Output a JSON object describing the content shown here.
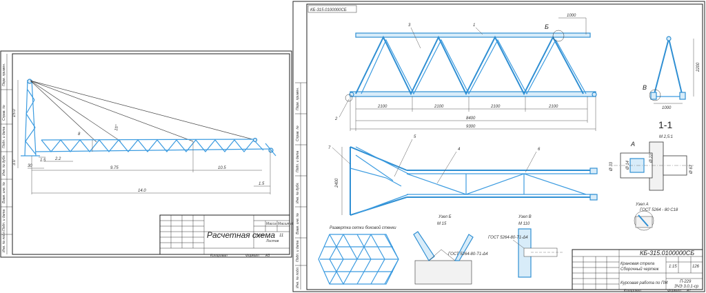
{
  "left_sheet": {
    "title_block": {
      "title": "Расчетная схема",
      "sheet_number": "11",
      "sheet_label": "Лист",
      "mass_label": "Масса",
      "scale_label": "Масштаб",
      "sheets_label": "Листов",
      "format_label": "Формат",
      "format_value": "А3",
      "copied_label": "Копировал"
    },
    "dimensions": {
      "mast_height": "15.0",
      "base": "3.0",
      "span_total": "14.0",
      "span_mid": "9.75",
      "span_right": "10.5",
      "offset_a": "2.2",
      "offset_b": "1.5",
      "cable_angle": "15°",
      "right_small": "1.5",
      "left_small": "30",
      "height_label": "8"
    },
    "side_strip": [
      "Перв. примен.",
      "Справ. №",
      "Подп. и дата",
      "Инв. № дубл.",
      "Взам. инв. №",
      "Подп. и дата",
      "Инв. № подл."
    ]
  },
  "right_sheet": {
    "drawing_code": "КБ-315.0100000СБ",
    "top_code_mirrored": "КБ-315.0100000СБ",
    "title_line1": "Крановая стрела",
    "title_line2": "Сборочный чертеж",
    "title_line3": "Курсовая работа по ПМ",
    "group": "П-229",
    "group2": "ЗЧЭ 3.0.1-ср",
    "mass": "126",
    "scale": "1:15",
    "format_label": "Формат",
    "format_value": "А1",
    "copied_label": "Копировал",
    "section_label": "1-1",
    "section_scale": "М 2,5:1",
    "view_b": "Б",
    "view_v": "В",
    "view_a": "А",
    "node_a_label": "Узел А",
    "node_b_label": "Узел Б",
    "node_v_label": "Узел В",
    "node_b_scale": "М 15",
    "node_v_scale": "М 110",
    "unfold_title": "Развертка сетки боковой стенки",
    "gost_label": "ГОСТ 5264 - 80 С18",
    "weld_note_1": "ГОСТ 5264-80-Т1-Δ4",
    "weld_note_2": "ГОСТ 5264-80-Т1-Δ4",
    "dims_top": {
      "panel1": "2100",
      "panel2": "2100",
      "panel3": "2100",
      "panel4": "2100",
      "total_inner": "8400",
      "total": "9300",
      "top_right": "1000",
      "side_height": "2200",
      "side_base": "1000"
    },
    "dims_front": {
      "height": "2400"
    },
    "dims_section": {
      "d1": "Ø 33",
      "d2": "Ø 67",
      "d3": "Ø 22",
      "d4": "Ø 14"
    },
    "positions": {
      "p1": "1",
      "p2": "2",
      "p3": "3",
      "p4": "4",
      "p5": "5",
      "p6": "6",
      "p7": "7"
    },
    "side_strip": [
      "Перв. примен.",
      "Справ. №",
      "Подп. и дата",
      "Инв. № дубл.",
      "Взам. инв. №",
      "Подп. и дата",
      "Инв. № подл."
    ]
  }
}
